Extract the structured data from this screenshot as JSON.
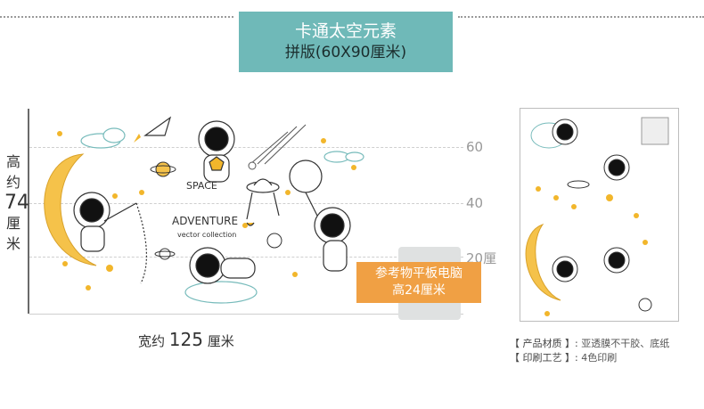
{
  "header": {
    "title": "卡通太空元素",
    "subtitle": "拼版(60X90厘米)"
  },
  "dimensions": {
    "height_label": [
      "高",
      "约"
    ],
    "height_value": "74",
    "height_unit": [
      "厘",
      "米"
    ],
    "width_prefix": "宽约",
    "width_value": "125",
    "width_unit": "厘米",
    "scale_60": "60",
    "scale_40": "40",
    "scale_20": "20厘米"
  },
  "artwork": {
    "space_title": "SPACE",
    "adventure_title": "ADVENTURE",
    "collection_title": "vector collection"
  },
  "tablet_note": {
    "line1": "参考物平板电脑",
    "line2": "高24厘米"
  },
  "product_info": {
    "material_label": "【 产品材质 】:",
    "material_value": "亚透膜不干胶、底纸",
    "print_label": "【 印刷工艺 】:",
    "print_value": "4色印刷"
  },
  "colors": {
    "title_bg": "#6fb9b8",
    "note_bg": "#f0a044",
    "moon": "#f5c24a",
    "star": "#f2b62b"
  }
}
